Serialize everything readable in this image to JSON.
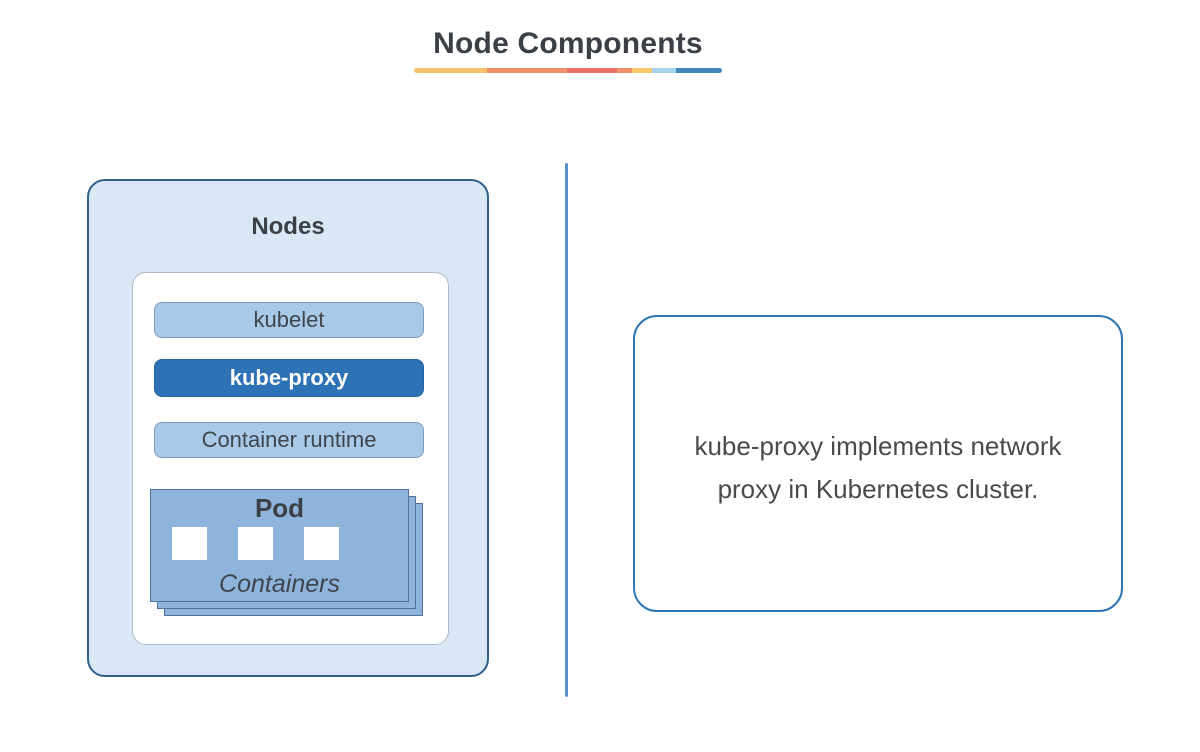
{
  "title": {
    "text": "Node Components",
    "underline_segments": [
      {
        "color": "#f9c16b",
        "width": 73
      },
      {
        "color": "#f3906a",
        "width": 80
      },
      {
        "color": "#ee7168",
        "width": 50
      },
      {
        "color": "#f3906a",
        "width": 15
      },
      {
        "color": "#fbc96b",
        "width": 20
      },
      {
        "color": "#a6d4ef",
        "width": 24
      },
      {
        "color": "#4187bc",
        "width": 46
      }
    ]
  },
  "nodes_panel": {
    "label": "Nodes",
    "components": [
      {
        "label": "kubelet",
        "style": "light"
      },
      {
        "label": "kube-proxy",
        "style": "primary",
        "highlighted": true
      },
      {
        "label": "Container runtime",
        "style": "light"
      }
    ],
    "pod": {
      "label": "Pod",
      "containers_label": "Containers",
      "container_count": 3,
      "stack_layers": 3
    }
  },
  "detail_card": {
    "text": "kube-proxy implements network\nproxy in Kubernetes cluster."
  },
  "colors": {
    "title_text": "#3b4046",
    "panel_fill": "#dae8f6",
    "panel_border": "#305f8c",
    "pill_fill": "#a9c9e9",
    "pill_border": "#7c9dc0",
    "highlight_fill": "#2d72b5",
    "highlight_text": "#ffffff",
    "pod_fill": "#8fb4dc",
    "pod_border": "#50719a",
    "divider": "#5c8ec8",
    "detail_border": "#2e75b6",
    "body_text": "#4a4a4a"
  }
}
